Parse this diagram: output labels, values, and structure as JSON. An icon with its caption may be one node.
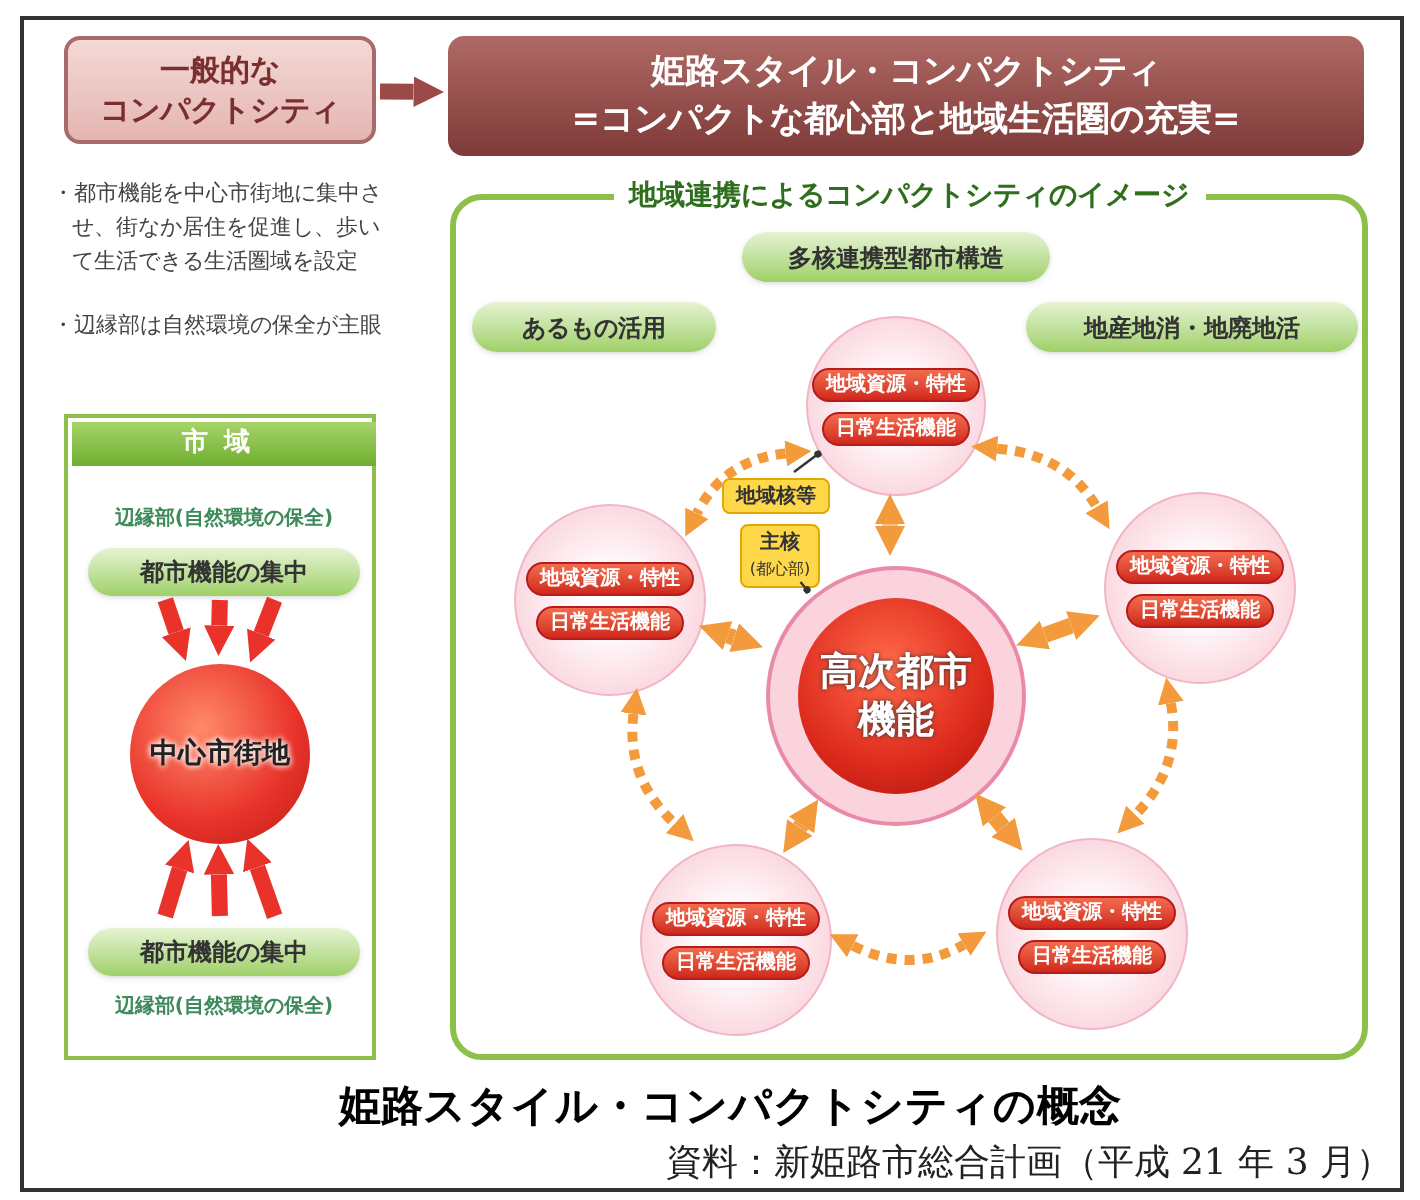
{
  "diagram": {
    "caption": "姫路スタイル・コンパクトシティの概念",
    "nodes": [
      {
        "text": [
          "一般的なコンパクトシティ"
        ]
      },
      {
        "text": [
          "姫路スタイル・コンパクトシティ",
          "=コンパクトな都心部と地域生活圏の充実="
        ]
      },
      {
        "text": [],
        "shape": "box"
      },
      {
        "text": [
          "市域"
        ],
        "in": 2
      },
      {
        "text": [
          "都市機能の集中"
        ],
        "in": 2,
        "beside": [
          "辺縁部(自然環境の保全)"
        ]
      },
      {
        "text": [
          "中心市街地"
        ],
        "in": 2
      },
      {
        "text": [
          "都市機能の集中"
        ],
        "in": 2,
        "beside": [
          "辺縁部(自然環境の保全)"
        ]
      },
      {
        "text": [
          "地域連携によるコンパクトシティのイメージ"
        ]
      },
      {
        "text": [
          "多核連携型都市構造"
        ],
        "in": 7
      },
      {
        "text": [
          "あるもの活用"
        ],
        "in": 7
      },
      {
        "text": [
          "地産地消・地廃地活"
        ],
        "in": 7
      },
      {
        "text": [
          "地域資源・特性",
          "日常生活機能"
        ],
        "in": 7
      },
      {
        "text": [
          "地域資源・特性",
          "日常生活機能"
        ],
        "in": 7
      },
      {
        "text": [
          "地域資源・特性",
          "日常生活機能"
        ],
        "in": 7
      },
      {
        "text": [
          "高次都市機能"
        ],
        "in": 7
      },
      {
        "text": [
          "地域資源・特性",
          "日常生活機能"
        ],
        "in": 7
      },
      {
        "text": [
          "地域資源・特性",
          "日常生活機能"
        ],
        "in": 7
      },
      {
        "text": [
          "地域核等"
        ],
        "in": 7
      },
      {
        "text": [
          "主核",
          "(都心部)"
        ],
        "in": 7
      }
    ],
    "edges": [
      {
        "from": 0,
        "to": 1,
        "arrow": "to",
        "color": "#9c4a48"
      },
      {
        "from": 4,
        "to": 5,
        "arrow": "to",
        "color": "#e8322a"
      },
      {
        "from": 4,
        "to": 5,
        "arrow": "to",
        "color": "#e8322a"
      },
      {
        "from": 4,
        "to": 5,
        "arrow": "to",
        "color": "#e8322a"
      },
      {
        "from": 6,
        "to": 5,
        "arrow": "to",
        "color": "#e8322a"
      },
      {
        "from": 6,
        "to": 5,
        "arrow": "to",
        "color": "#e8322a"
      },
      {
        "from": 6,
        "to": 5,
        "arrow": "to",
        "color": "#e8322a"
      },
      {
        "from": 11,
        "to": 14,
        "arrow": "both"
      },
      {
        "from": 12,
        "to": 14,
        "arrow": "both"
      },
      {
        "from": 13,
        "to": 14,
        "arrow": "both"
      },
      {
        "from": 15,
        "to": 14,
        "arrow": "both"
      },
      {
        "from": 16,
        "to": 14,
        "arrow": "both"
      },
      {
        "from": 11,
        "to": 12,
        "arrow": "both",
        "style": "dashed"
      },
      {
        "from": 11,
        "to": 13,
        "arrow": "both",
        "style": "dashed"
      },
      {
        "from": 12,
        "to": 15,
        "arrow": "both",
        "style": "dashed"
      },
      {
        "from": 13,
        "to": 16,
        "arrow": "both",
        "style": "dashed"
      },
      {
        "from": 15,
        "to": 16,
        "arrow": "both",
        "style": "dashed"
      },
      {
        "from": 17,
        "to": 11,
        "arrow": "other",
        "color": "#333333"
      },
      {
        "from": 18,
        "to": 14,
        "arrow": "other",
        "color": "#333333"
      }
    ],
    "labels": [
      "・都市機能を中心市街地に集中させ、街なか居住を促進し、歩いて生活できる生活圏域を設定",
      "・辺縁部は自然環境の保全が主眼",
      "資料：新姫路市総合計画（平成 21 年 3 月）"
    ]
  }
}
